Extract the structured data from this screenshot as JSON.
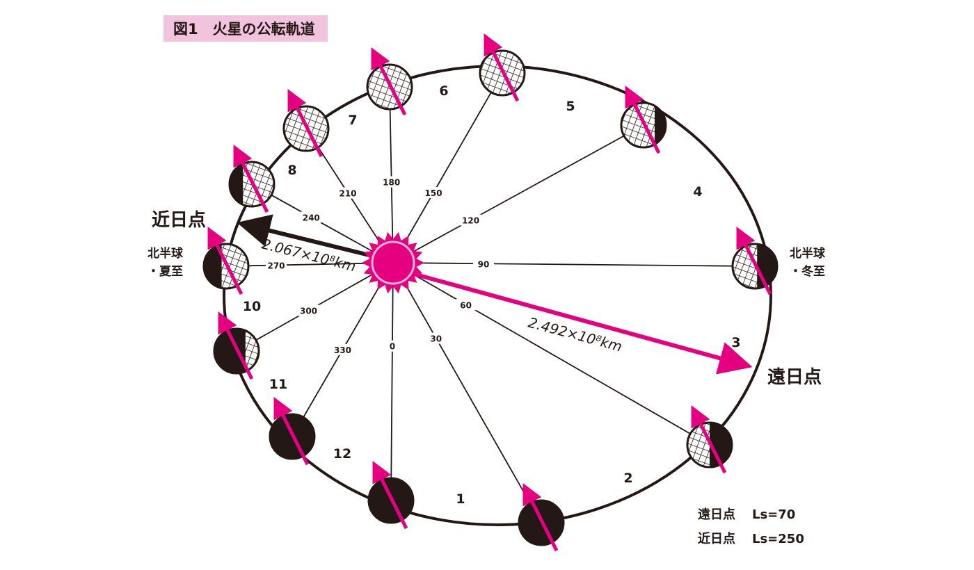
{
  "title": "図1　火星の公転軌道",
  "perihelion": {
    "label": "近日点",
    "distance": "2.067×10⁸km"
  },
  "aphelion": {
    "label": "遠日点",
    "distance": "2.492×10⁸km"
  },
  "left_note": [
    "北半球",
    "・夏至"
  ],
  "right_note": [
    "北半球",
    "・冬至"
  ],
  "legend": [
    {
      "name": "遠日点",
      "value": "Ls=70"
    },
    {
      "name": "近日点",
      "value": "Ls=250"
    }
  ],
  "colors": {
    "accent": "#e4007f",
    "dark": "#231815",
    "title_bg": "#f2c3dc"
  },
  "ls_rays": [
    {
      "ls": "0",
      "shade_side": "full",
      "shade": 1
    },
    {
      "ls": "30",
      "shade_side": "full",
      "shade": 1
    },
    {
      "ls": "60",
      "shade_side": "right",
      "shade": 0.5
    },
    {
      "ls": "90",
      "shade_side": "right",
      "shade": 0.45
    },
    {
      "ls": "120",
      "shade_side": "right",
      "shade": 0.25
    },
    {
      "ls": "150",
      "shade_side": "none",
      "shade": 0
    },
    {
      "ls": "180",
      "shade_side": "none",
      "shade": 0
    },
    {
      "ls": "210",
      "shade_side": "none",
      "shade": 0
    },
    {
      "ls": "240",
      "shade_side": "left",
      "shade": 0.3
    },
    {
      "ls": "270",
      "shade_side": "left",
      "shade": 0.4
    },
    {
      "ls": "300",
      "shade_side": "left",
      "shade": 0.7
    },
    {
      "ls": "330",
      "shade_side": "full",
      "shade": 1
    }
  ],
  "months": [
    "1",
    "2",
    "3",
    "4",
    "5",
    "6",
    "7",
    "8",
    "10",
    "11",
    "12"
  ]
}
